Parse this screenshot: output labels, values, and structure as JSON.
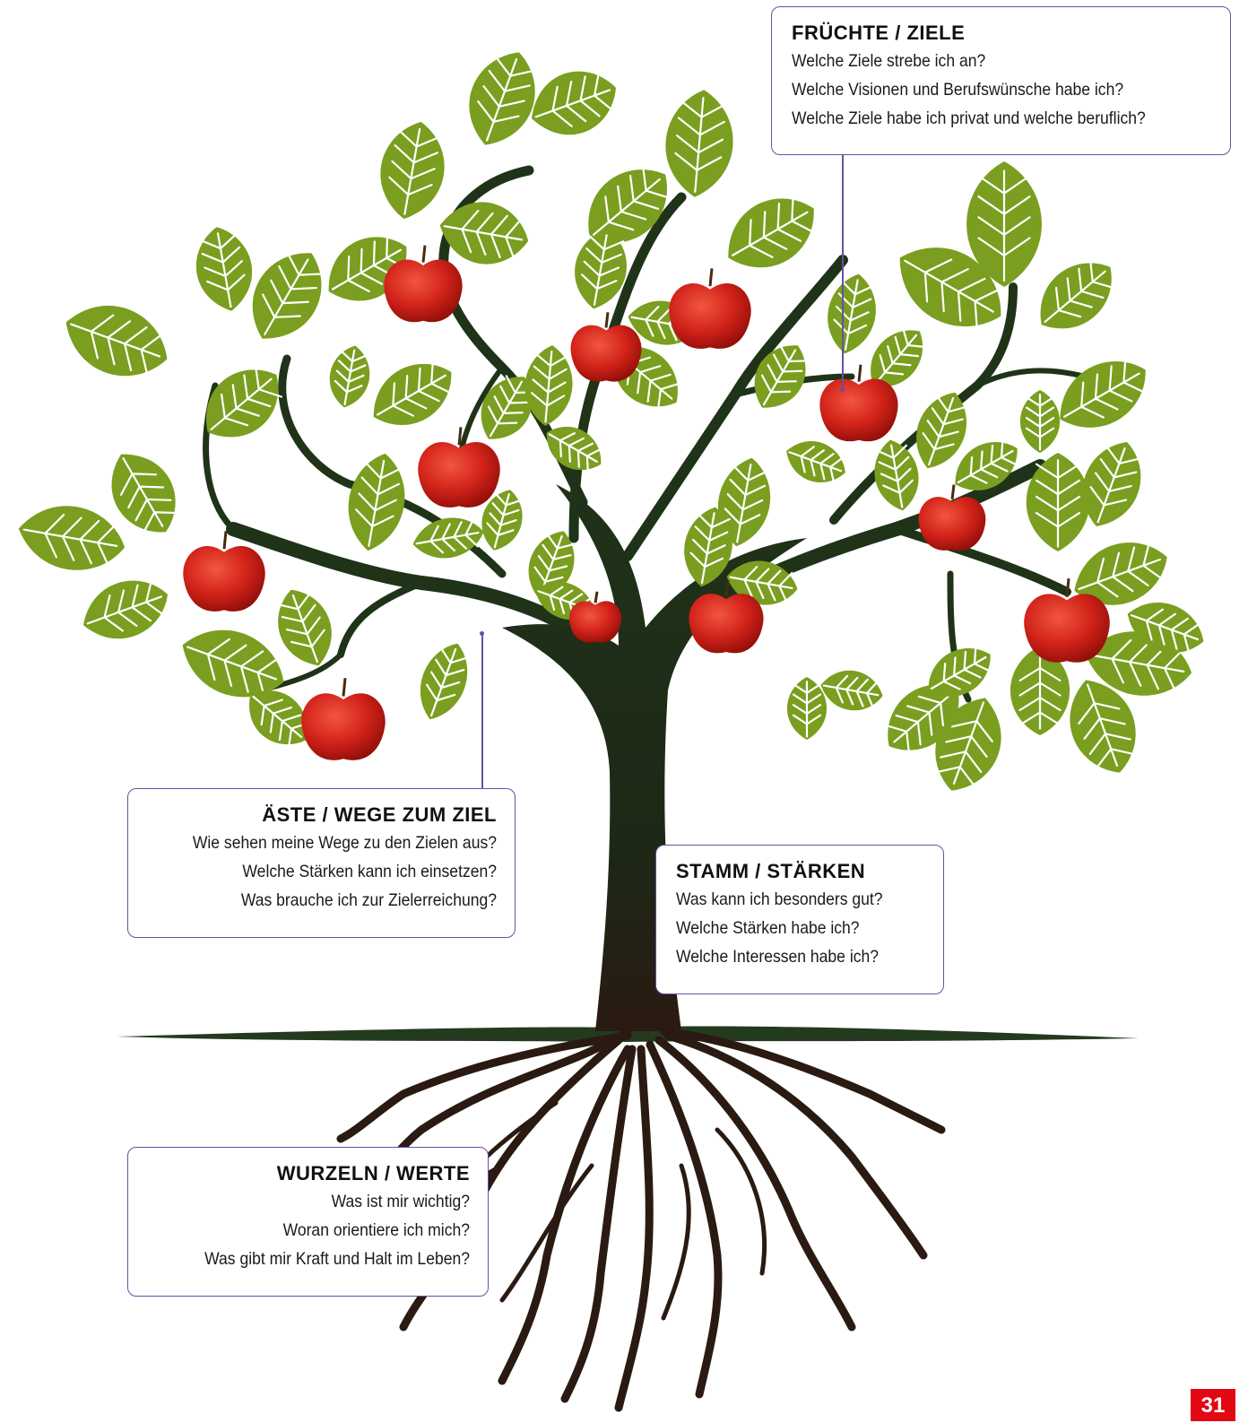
{
  "callouts": {
    "fruechte": {
      "title": "FRÜCHTE / ZIELE",
      "lines": [
        "Welche Ziele strebe ich an?",
        "Welche Visionen und Berufswünsche habe ich?",
        "Welche Ziele habe ich privat und welche beruflich?"
      ]
    },
    "aeste": {
      "title": "ÄSTE / WEGE ZUM ZIEL",
      "lines": [
        "Wie sehen meine Wege zu den Zielen aus?",
        "Welche Stärken kann ich einsetzen?",
        "Was brauche ich zur Zielerreichung?"
      ]
    },
    "stamm": {
      "title": "STAMM / STÄRKEN",
      "lines": [
        "Was kann ich besonders gut?",
        "Welche Stärken habe ich?",
        "Welche Interessen habe ich?"
      ]
    },
    "wurzeln": {
      "title": "WURZELN / WERTE",
      "lines": [
        "Was ist mir wichtig?",
        "Woran orientiere ich mich?",
        "Was gibt mir Kraft und Halt im Leben?"
      ]
    }
  },
  "page_number": "31",
  "colors": {
    "leaf": "#7a9e1f",
    "leaf_dark": "#5f8217",
    "trunk": "#1e2b17",
    "root": "#2a1a12",
    "apple": "#d2231a",
    "border": "#6a4fa0",
    "page_badge": "#e30613"
  }
}
